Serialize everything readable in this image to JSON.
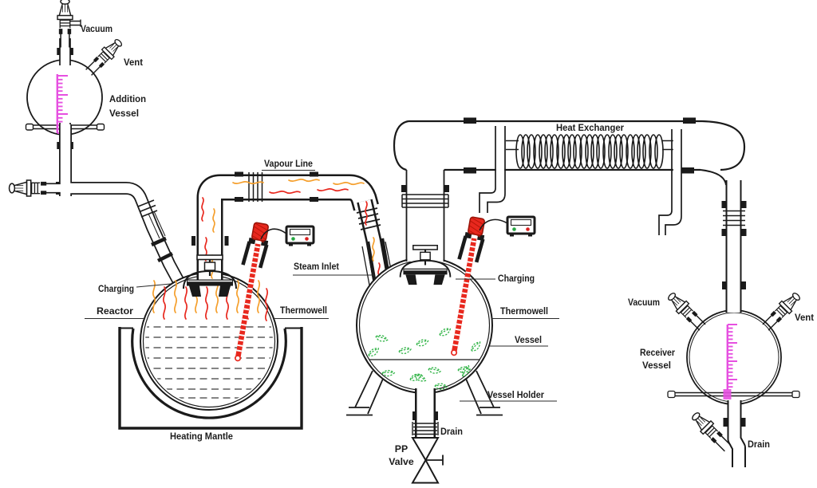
{
  "diagram": {
    "labels": {
      "addition_vacuum": "Vacuum",
      "addition_vent": "Vent",
      "addition_vessel_1": "Addition",
      "addition_vessel_2": "Vessel",
      "vapour_line": "Vapour Line",
      "reactor_charging": "Charging",
      "reactor": "Reactor",
      "reactor_thermowell": "Thermowell",
      "heating_mantle": "Heating Mantle",
      "steam_inlet": "Steam Inlet",
      "vessel_charging": "Charging",
      "vessel_thermowell": "Thermowell",
      "vessel": "Vessel",
      "vessel_holder": "Vessel Holder",
      "vessel_drain": "Drain",
      "pp_valve_1": "PP",
      "pp_valve_2": "Valve",
      "heat_exchanger": "Heat Exchanger",
      "receiver_vacuum": "Vacuum",
      "receiver_vent": "Vent",
      "receiver_vessel_1": "Receiver",
      "receiver_vessel_2": "Vessel",
      "receiver_drain": "Drain"
    },
    "colors": {
      "line": "#1a1a1a",
      "vapor_red": "#e8281e",
      "vapor_orange": "#f59f2c",
      "scale_magenta": "#e64fe0",
      "leaf_green": "#2eb344",
      "indicator_green": "#27a844",
      "indicator_red": "#d91f1f"
    }
  }
}
